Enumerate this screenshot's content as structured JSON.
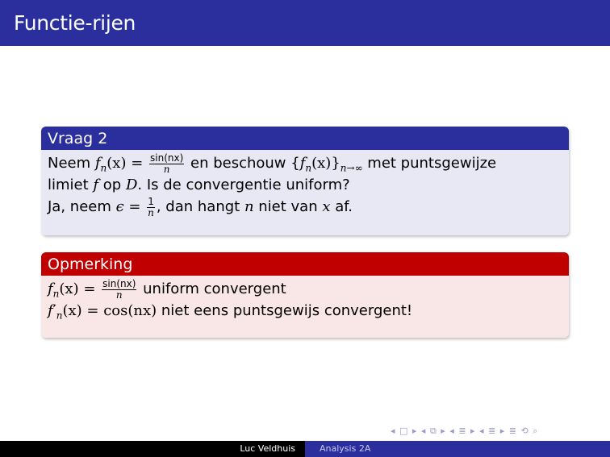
{
  "title": "Functie-rijen",
  "vraag": {
    "heading": "Vraag 2",
    "line1": {
      "pre": "Neem ",
      "fn": "f",
      "n": "n",
      "x": "(x) = ",
      "frac_num": "sin(nx)",
      "frac_den": "n",
      "mid": " en beschouw {",
      "set": "f",
      "set_sub": "n",
      "set_x": "(x)}",
      "lim_sub": "n→∞",
      "post": " met puntsgewijze"
    },
    "line2": {
      "pre": "limiet ",
      "f": "f",
      "op": " op ",
      "D": "D",
      "post": ". Is de convergentie uniform?"
    },
    "line3": {
      "pre": "Ja, neem ",
      "eps": "ϵ = ",
      "frac_num": "1",
      "frac_den": "n",
      "mid": ", dan hangt ",
      "n": "n",
      "mid2": " niet van ",
      "x": "x",
      "post": " af."
    }
  },
  "opmerking": {
    "heading": "Opmerking",
    "line1": {
      "f": "f",
      "n": "n",
      "x": "(x) = ",
      "frac_num": "sin(nx)",
      "frac_den": "n",
      "post": " uniform convergent"
    },
    "line2": {
      "f": "f",
      "sub": "n",
      "prime": "′",
      "x": "(x) = cos(nx)",
      "post": " niet eens puntsgewijs convergent!"
    }
  },
  "nav_symbols": "◂ □ ▸ ◂ ⧉ ▸ ◂ ≣ ▸ ◂ ≣ ▸ ≣ ⟲ ⌕",
  "footer": {
    "author": "Luc Veldhuis",
    "course": "Analysis 2A"
  },
  "colors": {
    "title_bar": "#2b2f9e",
    "vraag_head": "#2b2f9e",
    "vraag_body": "#e7e8f3",
    "opm_head": "#c00000",
    "opm_body": "#f9e6e6"
  }
}
